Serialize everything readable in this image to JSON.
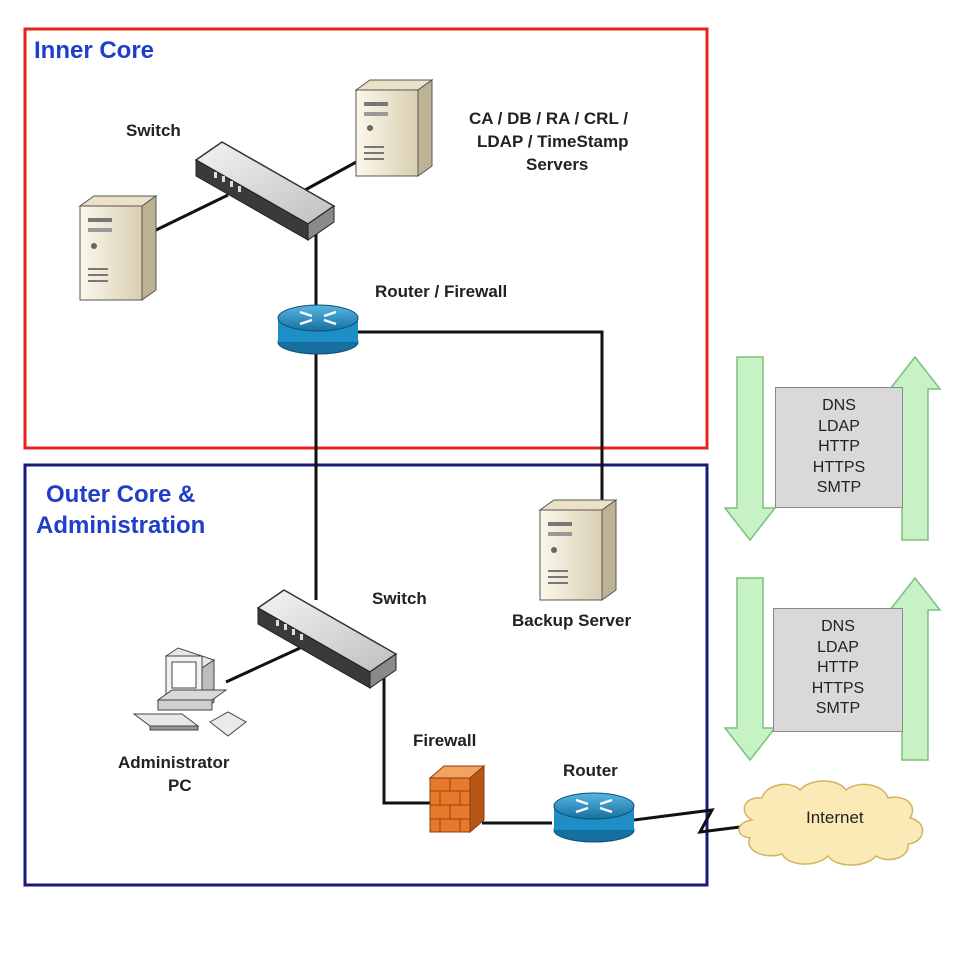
{
  "zones": {
    "inner_core": {
      "title": "Inner Core",
      "color": "#e52421"
    },
    "outer_core": {
      "title_line1": "Outer Core &",
      "title_line2": "Administration",
      "color": "#1a1a7a"
    }
  },
  "title_color": "#1f3fc8",
  "labels": {
    "inner_switch": "Switch",
    "servers_line1": "CA / DB / RA / CRL /",
    "servers_line2": "LDAP / TimeStamp",
    "servers_line3": "Servers",
    "router_firewall": "Router / Firewall",
    "outer_switch": "Switch",
    "backup_server": "Backup Server",
    "admin_pc_line1": "Administrator",
    "admin_pc_line2": "PC",
    "firewall": "Firewall",
    "router": "Router",
    "internet": "Internet"
  },
  "protocols": [
    {
      "items": [
        "DNS",
        "LDAP",
        "HTTP",
        "HTTPS",
        "SMTP"
      ]
    },
    {
      "items": [
        "DNS",
        "LDAP",
        "HTTP",
        "HTTPS",
        "SMTP"
      ]
    }
  ],
  "colors": {
    "arrow_fill": "#c6f2c6",
    "arrow_stroke": "#7cc07c",
    "router_blue": "#1e8fc6",
    "server_beige": "#f0e9d2",
    "firewall_orange": "#e8782a",
    "cloud_fill": "#fbeab5"
  }
}
